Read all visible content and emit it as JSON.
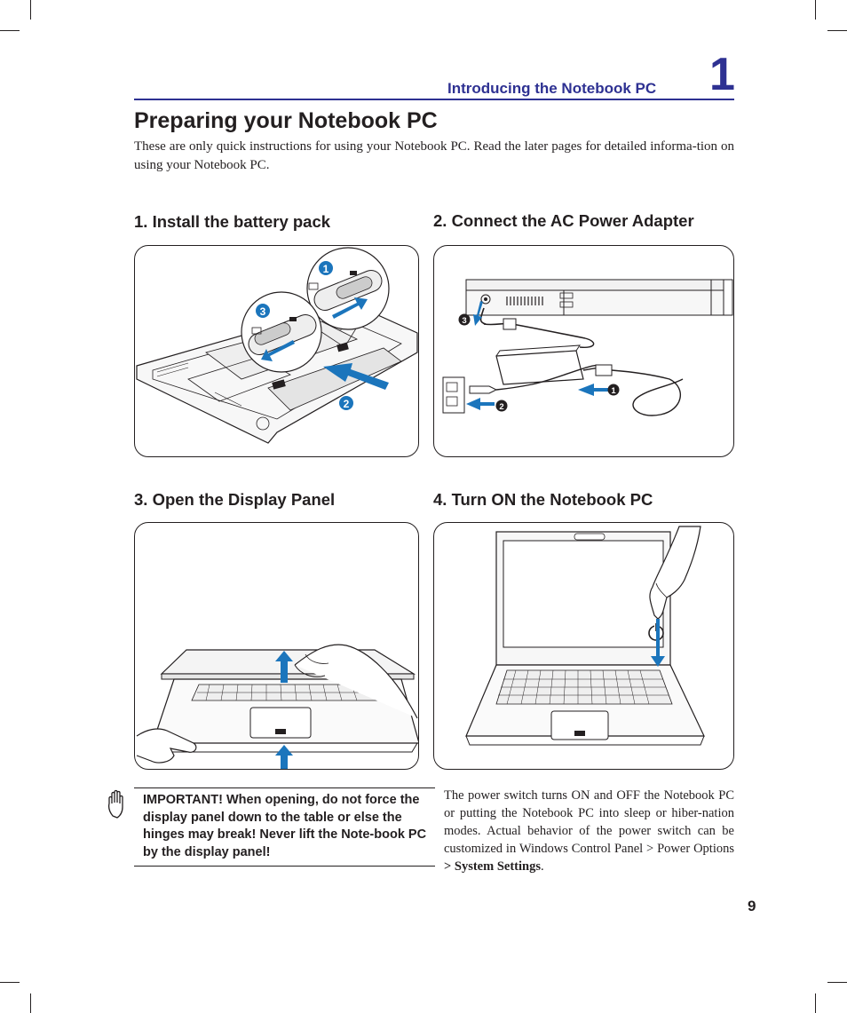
{
  "header": {
    "chapter_title": "Introducing the Notebook PC",
    "chapter_number": "1",
    "accent_color": "#2e3192"
  },
  "page": {
    "title": "Preparing your Notebook PC",
    "intro": "These are only quick instructions for using your Notebook PC. Read the later pages for detailed informa-tion on using your Notebook PC.",
    "number": "9"
  },
  "steps": [
    {
      "heading": "1. Install the battery pack",
      "callouts": [
        "1",
        "2",
        "3"
      ],
      "illustration": "battery-install-illustration"
    },
    {
      "heading": "2. Connect the AC Power Adapter",
      "callouts": [
        "1",
        "2",
        "3"
      ],
      "illustration": "ac-adapter-illustration"
    },
    {
      "heading": "3. Open the Display Panel",
      "illustration": "open-display-illustration"
    },
    {
      "heading": "4. Turn ON the Notebook PC",
      "illustration": "power-on-illustration"
    }
  ],
  "important_note": {
    "icon": "hand-icon",
    "text": "IMPORTANT!  When opening, do not force the display panel down to the table or else the hinges may break! Never lift the Note-book PC by the display panel!"
  },
  "power_note": {
    "text_before_bold": "The power switch turns ON and OFF the Notebook PC or putting the Notebook PC into sleep or hiber-nation modes. Actual behavior of the power switch can be customized in Windows Control Panel > Power Options ",
    "bold_text": "> System Settings",
    "text_after_bold": "."
  }
}
